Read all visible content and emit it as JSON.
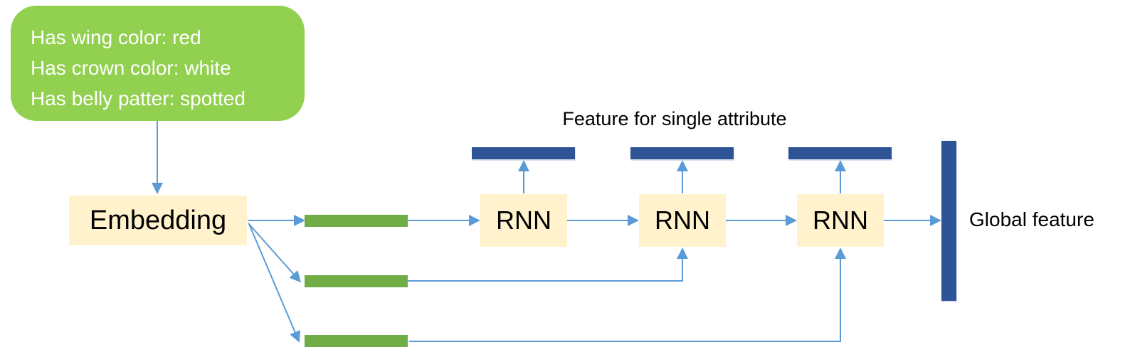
{
  "diagram": {
    "attribute_box": {
      "lines": [
        "Has wing color: red",
        "Has crown color: white",
        "Has belly patter: spotted"
      ]
    },
    "embedding": {
      "label": "Embedding"
    },
    "rnn_chain": {
      "labels": [
        "RNN",
        "RNN",
        "RNN"
      ]
    },
    "feature_caption": "Feature for single attribute",
    "global_caption": "Global feature",
    "colors": {
      "attribute_box_green": "#92D050",
      "vector_bar_green": "#70AD47",
      "node_cream": "#FFF2CC",
      "feature_bar_blue": "#2F5496",
      "arrow_blue": "#5B9BD5",
      "text_on_green": "#FFFFFF",
      "text_black": "#000000"
    }
  }
}
